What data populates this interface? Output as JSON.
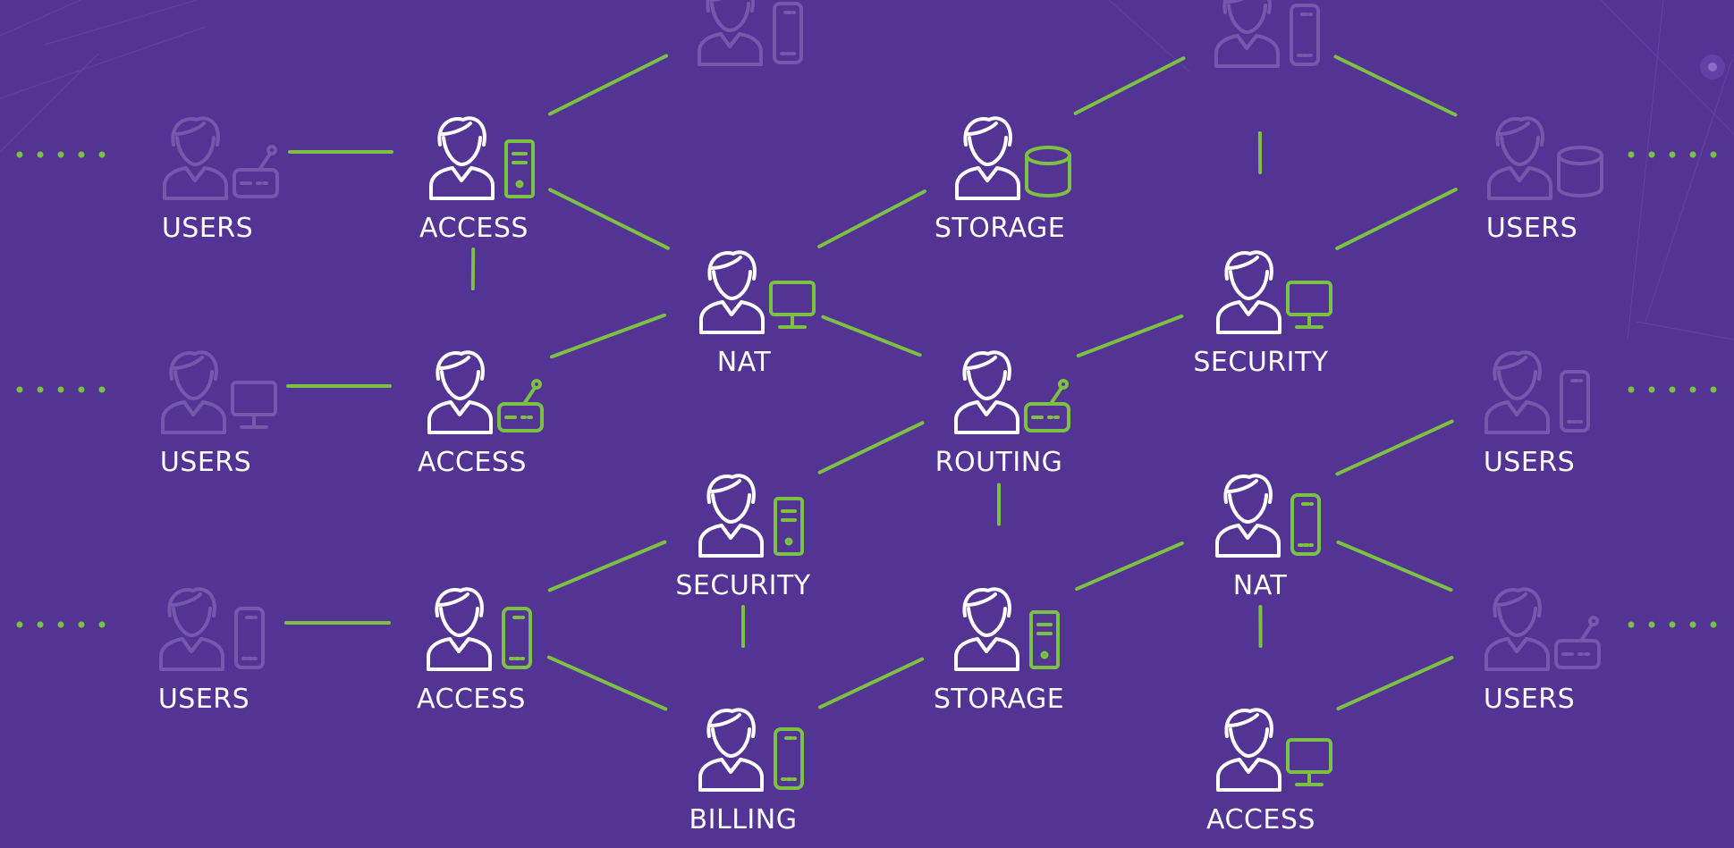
{
  "colors": {
    "background": "#533495",
    "link": "#7CC242",
    "person_active": "#ffffff",
    "person_dim": "#9c84c8",
    "device_active": "#7CC242",
    "device_dim": "#9c84c8"
  },
  "nodes": [
    {
      "id": "users-top-left",
      "label": "USERS",
      "device": "router",
      "state": "dim"
    },
    {
      "id": "access-1",
      "label": "ACCESS",
      "device": "server",
      "state": "active"
    },
    {
      "id": "users-mid-left",
      "label": "USERS",
      "device": "monitor",
      "state": "dim"
    },
    {
      "id": "access-2",
      "label": "ACCESS",
      "device": "router",
      "state": "active"
    },
    {
      "id": "users-bottom-left",
      "label": "USERS",
      "device": "phone",
      "state": "dim"
    },
    {
      "id": "access-3",
      "label": "ACCESS",
      "device": "phone",
      "state": "active"
    },
    {
      "id": "top-phone-1",
      "label": "",
      "device": "phone",
      "state": "dim"
    },
    {
      "id": "nat-1",
      "label": "NAT",
      "device": "monitor",
      "state": "active"
    },
    {
      "id": "security-1",
      "label": "SECURITY",
      "device": "server",
      "state": "active"
    },
    {
      "id": "billing",
      "label": "BILLING",
      "device": "phone",
      "state": "active"
    },
    {
      "id": "storage-1",
      "label": "STORAGE",
      "device": "database",
      "state": "active"
    },
    {
      "id": "routing",
      "label": "ROUTING",
      "device": "router",
      "state": "active"
    },
    {
      "id": "storage-2",
      "label": "STORAGE",
      "device": "server",
      "state": "active"
    },
    {
      "id": "top-phone-2",
      "label": "",
      "device": "phone",
      "state": "dim"
    },
    {
      "id": "security-2",
      "label": "SECURITY",
      "device": "monitor",
      "state": "active"
    },
    {
      "id": "nat-2",
      "label": "NAT",
      "device": "phone",
      "state": "active"
    },
    {
      "id": "access-4",
      "label": "ACCESS",
      "device": "monitor",
      "state": "active"
    },
    {
      "id": "users-top-right",
      "label": "USERS",
      "device": "database",
      "state": "dim"
    },
    {
      "id": "users-mid-right",
      "label": "USERS",
      "device": "phone",
      "state": "dim"
    },
    {
      "id": "users-bottom-right",
      "label": "USERS",
      "device": "router",
      "state": "dim"
    }
  ],
  "links": [
    [
      "users-top-left",
      "access-1"
    ],
    [
      "users-mid-left",
      "access-2"
    ],
    [
      "users-bottom-left",
      "access-3"
    ],
    [
      "access-1",
      "access-2"
    ],
    [
      "access-1",
      "top-phone-1"
    ],
    [
      "access-1",
      "nat-1"
    ],
    [
      "access-2",
      "nat-1"
    ],
    [
      "access-3",
      "security-1"
    ],
    [
      "access-3",
      "billing"
    ],
    [
      "security-1",
      "billing"
    ],
    [
      "nat-1",
      "storage-1"
    ],
    [
      "nat-1",
      "routing"
    ],
    [
      "security-1",
      "routing"
    ],
    [
      "billing",
      "storage-2"
    ],
    [
      "routing",
      "storage-2"
    ],
    [
      "storage-1",
      "top-phone-2"
    ],
    [
      "routing",
      "security-2"
    ],
    [
      "storage-2",
      "nat-2"
    ],
    [
      "top-phone-2",
      "security-2"
    ],
    [
      "top-phone-2",
      "users-top-right"
    ],
    [
      "security-2",
      "users-top-right"
    ],
    [
      "nat-2",
      "users-mid-right"
    ],
    [
      "nat-2",
      "users-bottom-right"
    ],
    [
      "nat-2",
      "access-4"
    ],
    [
      "access-4",
      "users-bottom-right"
    ]
  ],
  "edge_dots": [
    {
      "id": "dots-left-1",
      "side": "left",
      "row": "top"
    },
    {
      "id": "dots-left-2",
      "side": "left",
      "row": "mid"
    },
    {
      "id": "dots-left-3",
      "side": "left",
      "row": "bottom"
    },
    {
      "id": "dots-right-1",
      "side": "right",
      "row": "top"
    },
    {
      "id": "dots-right-2",
      "side": "right",
      "row": "mid"
    },
    {
      "id": "dots-right-3",
      "side": "right",
      "row": "bottom"
    }
  ]
}
